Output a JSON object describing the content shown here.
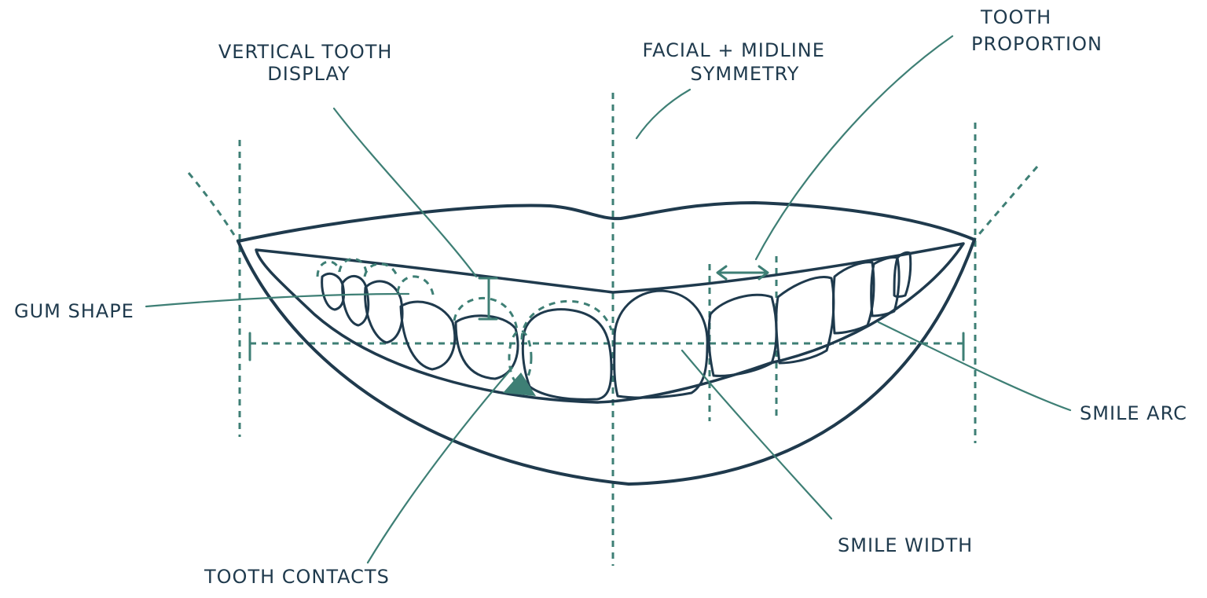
{
  "labels": {
    "vertical_tooth_display": [
      "VERTICAL TOOTH",
      "DISPLAY"
    ],
    "facial_midline_symmetry": [
      "FACIAL + MIDLINE",
      "SYMMETRY"
    ],
    "tooth_proportion": [
      "TOOTH",
      "PROPORTION"
    ],
    "gum_shape": "GUM SHAPE",
    "smile_arc": "SMILE ARC",
    "smile_width": "SMILE WIDTH",
    "tooth_contacts": "TOOTH CONTACTS"
  },
  "colors": {
    "ink": "#1f3a4d",
    "guide": "#3e7f75",
    "background": "#ffffff"
  }
}
